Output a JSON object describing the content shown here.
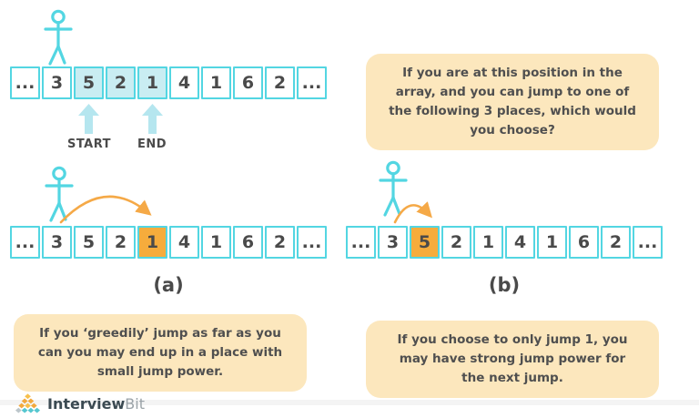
{
  "colors": {
    "cyan_border": "#53d6e2",
    "cyan_fill": "#c9edf2",
    "cyan_arrow": "#b5e6ef",
    "orange_fill": "#f6ac3c",
    "orange_arrow": "#f5a947",
    "callout_bg": "#fce7bd",
    "text_dark": "#4a4a4a"
  },
  "top_diagram": {
    "cells": [
      {
        "value": "...",
        "state": "plain"
      },
      {
        "value": "3",
        "state": "plain"
      },
      {
        "value": "5",
        "state": "cyan"
      },
      {
        "value": "2",
        "state": "cyan"
      },
      {
        "value": "1",
        "state": "cyan"
      },
      {
        "value": "4",
        "state": "plain"
      },
      {
        "value": "1",
        "state": "plain"
      },
      {
        "value": "6",
        "state": "plain"
      },
      {
        "value": "2",
        "state": "plain"
      },
      {
        "value": "...",
        "state": "plain"
      }
    ],
    "start_label": "START",
    "end_label": "END"
  },
  "diagram_a": {
    "cells": [
      {
        "value": "...",
        "state": "plain"
      },
      {
        "value": "3",
        "state": "plain"
      },
      {
        "value": "5",
        "state": "plain"
      },
      {
        "value": "2",
        "state": "plain"
      },
      {
        "value": "1",
        "state": "orange"
      },
      {
        "value": "4",
        "state": "plain"
      },
      {
        "value": "1",
        "state": "plain"
      },
      {
        "value": "6",
        "state": "plain"
      },
      {
        "value": "2",
        "state": "plain"
      },
      {
        "value": "...",
        "state": "plain"
      }
    ],
    "label": "(a)"
  },
  "diagram_b": {
    "cells": [
      {
        "value": "...",
        "state": "plain"
      },
      {
        "value": "3",
        "state": "plain"
      },
      {
        "value": "5",
        "state": "orange"
      },
      {
        "value": "2",
        "state": "plain"
      },
      {
        "value": "1",
        "state": "plain"
      },
      {
        "value": "4",
        "state": "plain"
      },
      {
        "value": "1",
        "state": "plain"
      },
      {
        "value": "6",
        "state": "plain"
      },
      {
        "value": "2",
        "state": "plain"
      },
      {
        "value": "...",
        "state": "plain"
      }
    ],
    "label": "(b)"
  },
  "callouts": {
    "question": "If you are at this position in the array, and you can jump to one of the following 3 places, which would you choose?",
    "greedy": "If you ‘greedily’ jump as far as you can you may end up in a place with small jump power.",
    "conservative": "If you choose to only jump 1, you may have strong jump power for the next jump."
  },
  "logo": {
    "primary": "Interview",
    "secondary": "Bit"
  }
}
